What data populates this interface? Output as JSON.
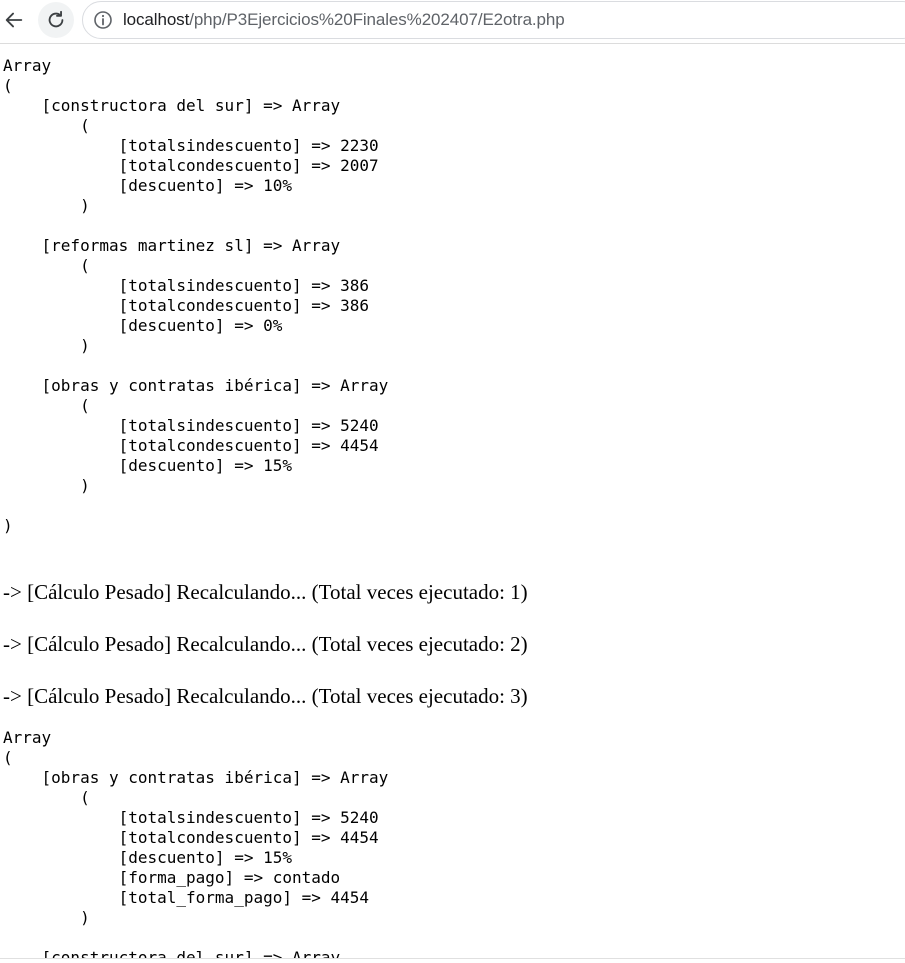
{
  "browser": {
    "url_host": "localhost",
    "url_path": "/php/P3Ejercicios%20Finales%202407/E2otra.php"
  },
  "first_dump": {
    "lines": [
      "Array",
      "(",
      "    [constructora del sur] => Array",
      "        (",
      "            [totalsindescuento] => 2230",
      "            [totalcondescuento] => 2007",
      "            [descuento] => 10%",
      "        )",
      "",
      "    [reformas martinez sl] => Array",
      "        (",
      "            [totalsindescuento] => 386",
      "            [totalcondescuento] => 386",
      "            [descuento] => 0%",
      "        )",
      "",
      "    [obras y contratas ibérica] => Array",
      "        (",
      "            [totalsindescuento] => 5240",
      "            [totalcondescuento] => 4454",
      "            [descuento] => 15%",
      "        )",
      "",
      ")"
    ]
  },
  "messages": [
    "-> [Cálculo Pesado] Recalculando... (Total veces ejecutado: 1)",
    "-> [Cálculo Pesado] Recalculando... (Total veces ejecutado: 2)",
    "-> [Cálculo Pesado] Recalculando... (Total veces ejecutado: 3)"
  ],
  "second_dump": {
    "lines": [
      "Array",
      "(",
      "    [obras y contratas ibérica] => Array",
      "        (",
      "            [totalsindescuento] => 5240",
      "            [totalcondescuento] => 4454",
      "            [descuento] => 15%",
      "            [forma_pago] => contado",
      "            [total_forma_pago] => 4454",
      "        )",
      "",
      "    [constructora del sur] => Array"
    ]
  }
}
